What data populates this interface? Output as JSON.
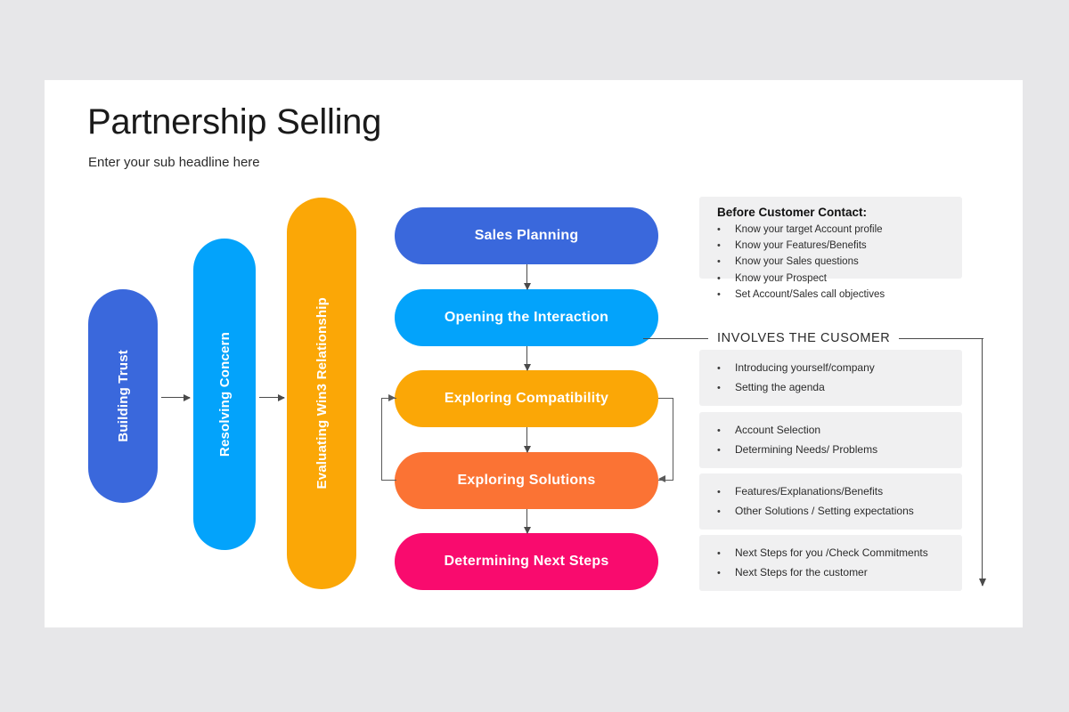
{
  "slide": {
    "title": "Partnership Selling",
    "subtitle": "Enter your sub headline here"
  },
  "colors": {
    "page_background": "#e7e7e9",
    "card_background": "#ffffff",
    "blue": "#3a68dc",
    "light_blue": "#03a3fb",
    "orange": "#fba706",
    "deep_orange": "#fb7334",
    "pink": "#f90b6e",
    "panel_background": "#f0f0f1",
    "arrow": "#4a4a4a"
  },
  "stages": [
    {
      "label": "Building Trust"
    },
    {
      "label": "Resolving Concern"
    },
    {
      "label": "Evaluating Win3 Relationship"
    }
  ],
  "flow": [
    {
      "label": "Sales Planning"
    },
    {
      "label": "Opening the Interaction"
    },
    {
      "label": "Exploring Compatibility"
    },
    {
      "label": "Exploring Solutions"
    },
    {
      "label": "Determining Next Steps"
    }
  ],
  "divider": {
    "label": "INVOLVES THE CUSOMER"
  },
  "panels": [
    {
      "heading": "Before Customer Contact:",
      "bullets": [
        "Know your target Account profile",
        "Know your Features/Benefits",
        "Know your Sales questions",
        "Know your Prospect",
        "Set Account/Sales call objectives"
      ]
    },
    {
      "heading": "",
      "bullets": [
        "Introducing yourself/company",
        "Setting the agenda"
      ]
    },
    {
      "heading": "",
      "bullets": [
        "Account Selection",
        "Determining Needs/ Problems"
      ]
    },
    {
      "heading": "",
      "bullets": [
        "Features/Explanations/Benefits",
        "Other Solutions / Setting expectations"
      ]
    },
    {
      "heading": "",
      "bullets": [
        "Next Steps for you /Check Commitments",
        "Next Steps for the customer"
      ]
    }
  ],
  "bullet_glyph": "•"
}
